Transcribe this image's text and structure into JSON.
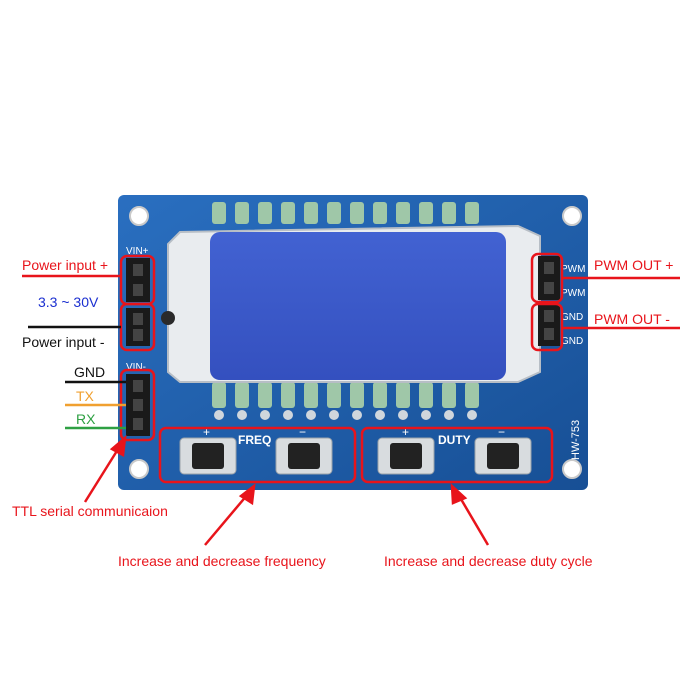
{
  "colors": {
    "annotation_red": "#e8141b",
    "board_blue": "#1e5fae",
    "lcd_blue": "#3a58c8",
    "pin_black": "#1a1a1a",
    "text_dark": "#111111",
    "voltage_blue": "#1b2fd0",
    "tx_orange": "#f0a030",
    "rx_green": "#2ea043"
  },
  "labels": {
    "power_input_plus": "Power input +",
    "voltage_range": "3.3 ~ 30V",
    "power_input_minus": "Power input -",
    "gnd": "GND",
    "tx": "TX",
    "rx": "RX",
    "ttl_serial": "TTL serial  communicaion",
    "increase_decrease_freq": "Increase and decrease frequency",
    "increase_decrease_duty": "Increase and decrease duty cycle",
    "pwm_out_plus": "PWM OUT +",
    "pwm_out_minus": "PWM OUT -"
  },
  "board": {
    "vin_plus": "VIN+",
    "vin_minus": "VIN-",
    "pwm_1": "PWM",
    "pwm_2": "PWM",
    "gnd_1": "GND",
    "gnd_2": "GND",
    "freq": "FREQ",
    "duty": "DUTY",
    "plus": "+",
    "minus": "−",
    "model": "HW-753"
  }
}
